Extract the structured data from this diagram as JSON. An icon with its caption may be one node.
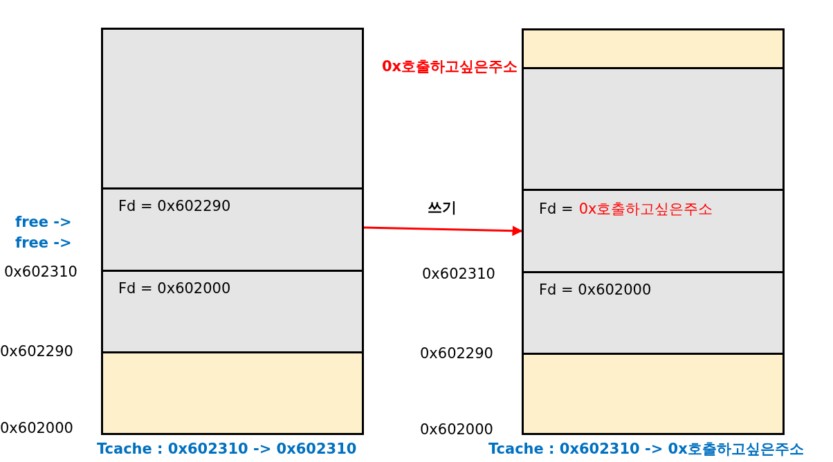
{
  "diagram": {
    "nodes": [
      {
        "text": [],
        "shape": "box"
      },
      {
        "text": [
          "Fd = 0x602290"
        ]
      },
      {
        "text": [
          "Fd = 0x602000"
        ]
      },
      {
        "text": [],
        "shape": "box"
      },
      {
        "text": [],
        "shape": "box"
      },
      {
        "text": [],
        "shape": "box"
      },
      {
        "text": [
          "Fd =",
          "0x호출하고싶은주소"
        ]
      },
      {
        "text": [
          "Fd = 0x602000"
        ]
      },
      {
        "text": [],
        "shape": "box"
      }
    ],
    "edges": [
      {
        "from": 1,
        "to": 6,
        "arrow": "to",
        "label": "쓰기",
        "color": "#ff0000"
      }
    ],
    "labels": [
      "free ->",
      "free ->",
      "0x602310",
      "0x602290",
      "0x602000",
      "Tcache : 0x602310 -> 0x602310",
      "0x호출하고싶은주소",
      "0x602310",
      "0x602290",
      "0x602000",
      "Tcache : 0x602310 -> 0x호출하고싶은주소"
    ]
  }
}
